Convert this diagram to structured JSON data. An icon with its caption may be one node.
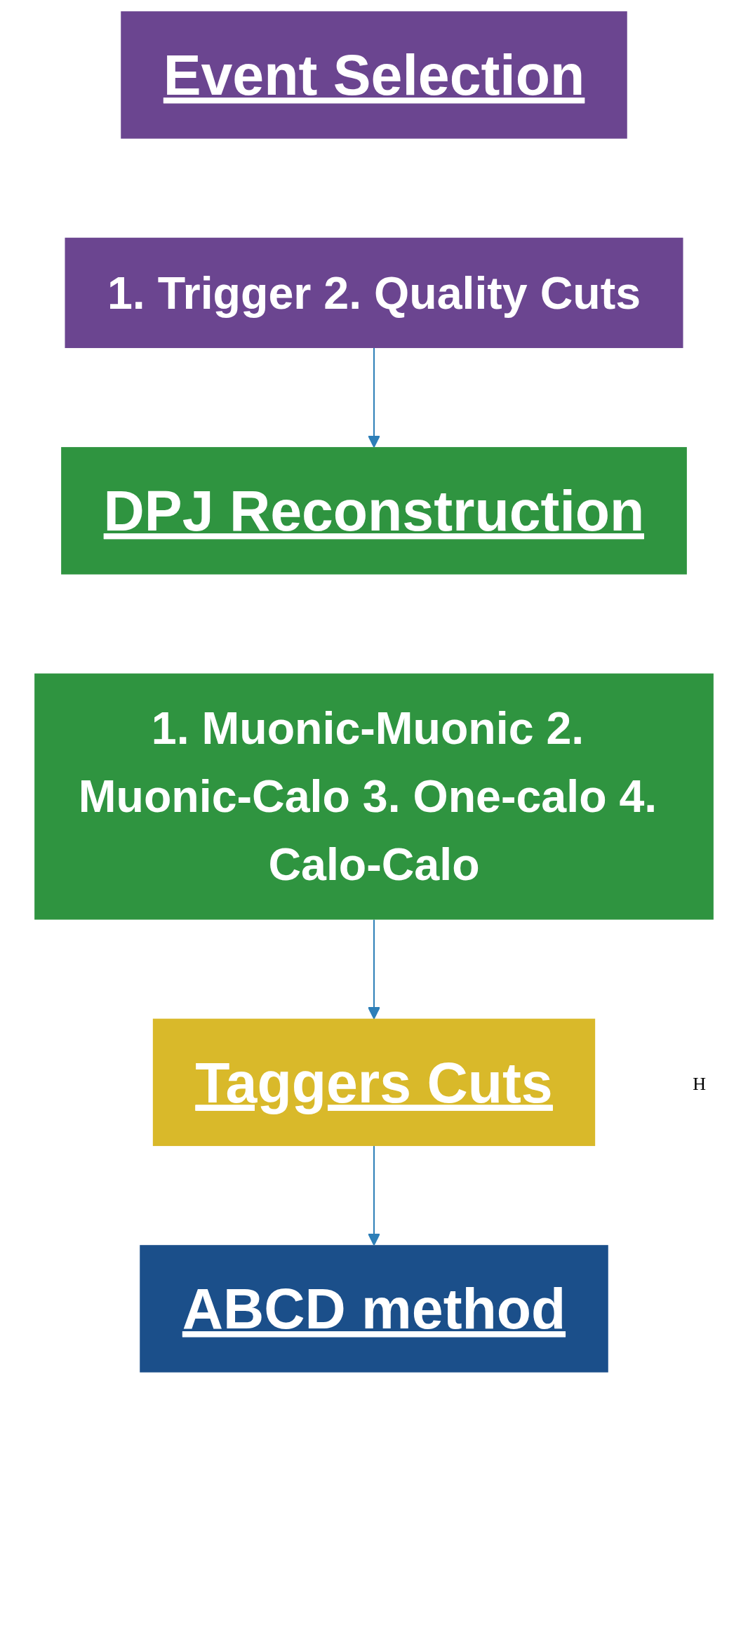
{
  "diagram": {
    "nodes": [
      {
        "text": [
          "Event Selection"
        ]
      },
      {
        "text": [
          "1. Trigger 2. Quality Cuts"
        ]
      },
      {
        "text": [
          "DPJ Reconstruction"
        ]
      },
      {
        "text": [
          "1. Muonic-Muonic 2. Muonic-Calo 3. One-calo 4. Calo-Calo"
        ]
      },
      {
        "text": [
          "Taggers Cuts"
        ]
      },
      {
        "text": [
          "ABCD method"
        ]
      }
    ],
    "edges": [
      {
        "from": 1,
        "to": 2,
        "arrow": "to"
      },
      {
        "from": 3,
        "to": 4,
        "arrow": "to"
      },
      {
        "from": 4,
        "to": 5,
        "arrow": "to"
      }
    ],
    "labels": [
      "H"
    ]
  }
}
